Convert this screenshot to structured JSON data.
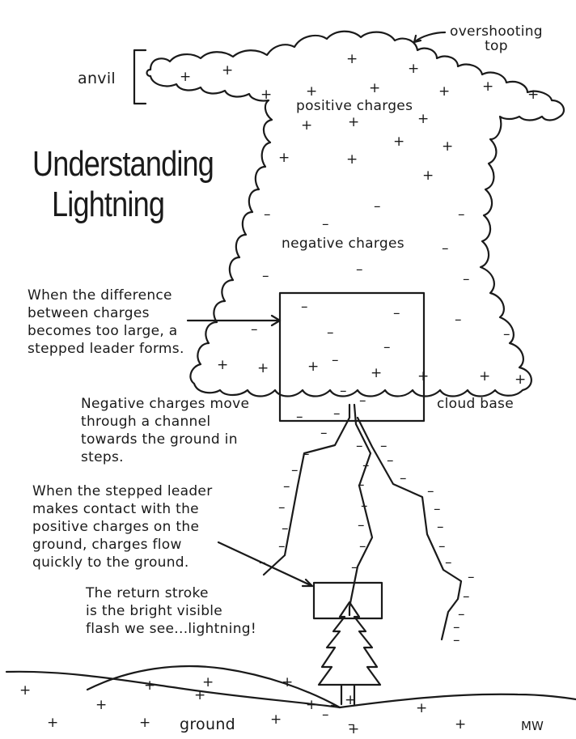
{
  "title": {
    "line1": "Understanding",
    "line2": "Lightning"
  },
  "labels": {
    "anvil": "anvil",
    "overshooting_top": "overshooting\ntop",
    "positive_charges": "positive charges",
    "negative_charges": "negative charges",
    "cloud_base": "cloud base",
    "ground": "ground",
    "signature": "MW"
  },
  "notes": {
    "stepped_leader": "When the difference\nbetween charges\nbecomes too large, a\nstepped leader forms.",
    "negative_move": "Negative charges move\nthrough a channel\ntowards the ground in\nsteps.",
    "contact": "When the stepped leader\nmakes contact with the\npositive charges on the\nground, charges flow\nquickly to the ground.",
    "return_stroke": "The return stroke\nis the bright visible\nflash we see...lightning!"
  },
  "symbols": {
    "positive": "+",
    "negative": "–"
  },
  "colors": {
    "ink": "#1a1a1a",
    "paper": "#ffffff"
  }
}
